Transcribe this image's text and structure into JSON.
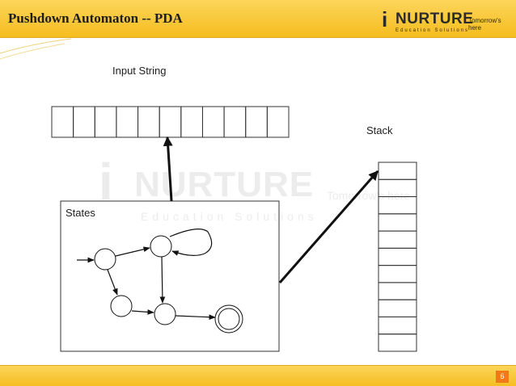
{
  "header": {
    "title": "Pushdown Automaton -- PDA",
    "logo_i": "i",
    "logo_name": "NURTURE",
    "logo_tagline": "Tomorrow's here",
    "logo_sub": "Education Solutions"
  },
  "watermark": {
    "i": "i",
    "name": "NURTURE",
    "sub": "Education Solutions",
    "tagline": "Tomorrow's here"
  },
  "diagram": {
    "input_label": "Input String",
    "stack_label": "Stack",
    "states_label": "States",
    "input_cells": 11,
    "stack_cells": 11
  },
  "footer": {
    "page_number": "6"
  }
}
